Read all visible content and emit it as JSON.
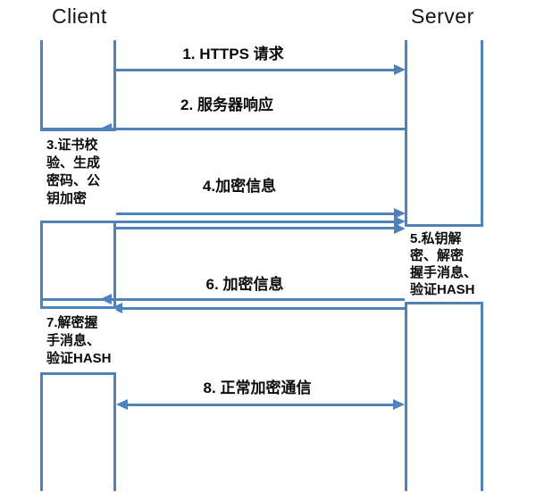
{
  "diagram": {
    "kind": "sequence-diagram",
    "accent_color": "#4f81bd",
    "text_color": "#000000",
    "actors": [
      {
        "name": "Client"
      },
      {
        "name": "Server"
      }
    ],
    "messages": [
      {
        "num": "1",
        "label": "1. HTTPS 请求",
        "direction": "right"
      },
      {
        "num": "2",
        "label": "2. 服务器响应",
        "direction": "left"
      },
      {
        "num": "4",
        "label": "4.加密信息",
        "direction": "right",
        "parallel_arrows": 3
      },
      {
        "num": "6",
        "label": "6. 加密信息",
        "direction": "left",
        "parallel_arrows": 2
      },
      {
        "num": "8",
        "label": "8. 正常加密通信",
        "direction": "both"
      }
    ],
    "notes": [
      {
        "num": "3",
        "side": "client",
        "text": "3.证书校\n验、生成\n密码、公\n钥加密"
      },
      {
        "num": "5",
        "side": "server",
        "text": "5.私钥解\n密、解密\n握手消息、\n验证HASH"
      },
      {
        "num": "7",
        "side": "client",
        "text": "7.解密握\n手消息、\n验证HASH"
      }
    ]
  }
}
